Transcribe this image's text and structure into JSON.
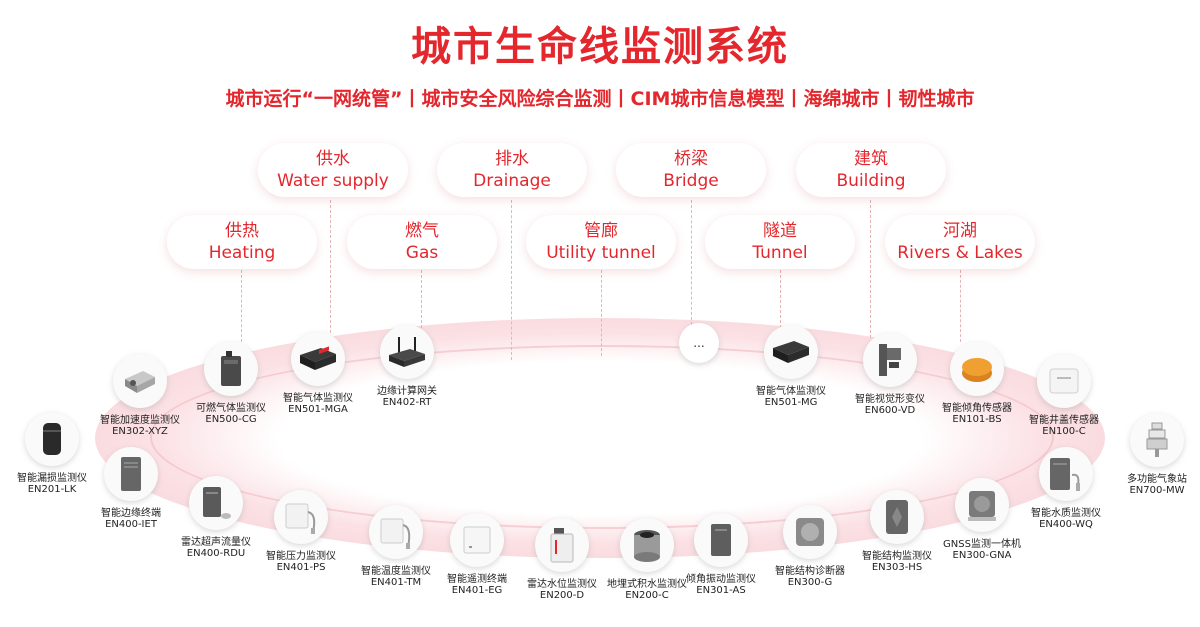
{
  "title": "城市生命线监测系统",
  "subtitle": "城市运行“一网统管”丨城市安全风险综合监测丨CIM城市信息模型丨海绵城市丨韧性城市",
  "categories": [
    {
      "zh": "供水",
      "en": "Water supply"
    },
    {
      "zh": "排水",
      "en": "Drainage"
    },
    {
      "zh": "桥梁",
      "en": "Bridge"
    },
    {
      "zh": "建筑",
      "en": "Building"
    },
    {
      "zh": "供热",
      "en": "Heating"
    },
    {
      "zh": "燃气",
      "en": "Gas"
    },
    {
      "zh": "管廊",
      "en": "Utility tunnel"
    },
    {
      "zh": "隧道",
      "en": "Tunnel"
    },
    {
      "zh": "河湖",
      "en": "Rivers & Lakes"
    }
  ],
  "ellipsis": "...",
  "devices": [
    {
      "name": "智能加速度监测仪",
      "model": "EN302-XYZ",
      "icon": "accelerometer-icon"
    },
    {
      "name": "可燃气体监测仪",
      "model": "EN500-CG",
      "icon": "gas-detector-icon"
    },
    {
      "name": "智能气体监测仪",
      "model": "EN501-MGA",
      "icon": "gas-monitor-icon"
    },
    {
      "name": "边缘计算网关",
      "model": "EN402-RT",
      "icon": "gateway-icon"
    },
    {
      "name": "智能气体监测仪",
      "model": "EN501-MG",
      "icon": "gas-monitor-icon"
    },
    {
      "name": "智能视觉形变仪",
      "model": "EN600-VD",
      "icon": "vision-deformation-icon"
    },
    {
      "name": "智能倾角传感器",
      "model": "EN101-BS",
      "icon": "tilt-sensor-icon"
    },
    {
      "name": "智能井盖传感器",
      "model": "EN100-C",
      "icon": "manhole-sensor-icon"
    },
    {
      "name": "智能漏损监测仪",
      "model": "EN201-LK",
      "icon": "leak-monitor-icon"
    },
    {
      "name": "多功能气象站",
      "model": "EN700-MW",
      "icon": "weather-station-icon"
    },
    {
      "name": "智能边缘终端",
      "model": "EN400-IET",
      "icon": "edge-terminal-icon"
    },
    {
      "name": "智能水质监测仪",
      "model": "EN400-WQ",
      "icon": "water-quality-icon"
    },
    {
      "name": "雷达超声流量仪",
      "model": "EN400-RDU",
      "icon": "flowmeter-icon"
    },
    {
      "name": "GNSS监测一体机",
      "model": "EN300-GNA",
      "icon": "gnss-icon"
    },
    {
      "name": "智能压力监测仪",
      "model": "EN401-PS",
      "icon": "pressure-monitor-icon"
    },
    {
      "name": "智能结构监测仪",
      "model": "EN303-HS",
      "icon": "structure-monitor-icon"
    },
    {
      "name": "智能温度监测仪",
      "model": "EN401-TM",
      "icon": "temperature-monitor-icon"
    },
    {
      "name": "智能结构诊断器",
      "model": "EN300-G",
      "icon": "structure-diagnoser-icon"
    },
    {
      "name": "智能遥测终端",
      "model": "EN401-EG",
      "icon": "telemetry-terminal-icon"
    },
    {
      "name": "倾角振动监测仪",
      "model": "EN301-AS",
      "icon": "vibration-monitor-icon"
    },
    {
      "name": "雷达水位监测仪",
      "model": "EN200-D",
      "icon": "radar-level-icon"
    },
    {
      "name": "地埋式积水监测仪",
      "model": "EN200-C",
      "icon": "ponding-monitor-icon"
    }
  ],
  "colors": {
    "accent": "#e4262d",
    "ring": "#f5c4c8"
  }
}
